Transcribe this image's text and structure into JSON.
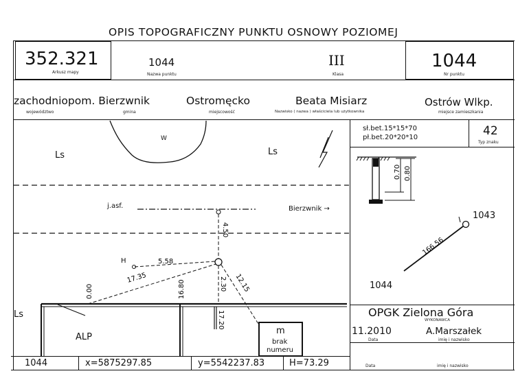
{
  "title": "OPIS TOPOGRAFICZNY PUNKTU OSNOWY POZIOMEJ",
  "header": {
    "arkusz": {
      "value": "352.321",
      "label": "Arkusz mapy"
    },
    "nazwa": {
      "value": "1044",
      "label": "Nazwa punktu"
    },
    "klasa": {
      "value": "III",
      "label": "Klasa"
    },
    "nr": {
      "value": "1044",
      "label": "Nr punktu"
    }
  },
  "admin": {
    "wojewodztwo": {
      "value": "zachodniopom.",
      "label": "województwo"
    },
    "gmina": {
      "value": "Bierzwnik",
      "label": "gmina"
    },
    "miejscowosc": {
      "value": "Ostromęcko",
      "label": "miejscowość"
    },
    "wlasciciel": {
      "value": "Beata Misiarz",
      "label": "Nazwisko ( nazwa ) właściciela lub użytkownika"
    },
    "zamieszkanie": {
      "value": "Ostrów Wlkp.",
      "label": "miejsce zamieszkania"
    }
  },
  "marker": {
    "line1": "sł.bet.15*15*70",
    "line2": "pł.bet.20*20*10",
    "typ": {
      "value": "42",
      "label": "Typ znaku"
    },
    "dim1": "0.70",
    "dim2": "0.80"
  },
  "neighbor": {
    "from": "1044",
    "to": "1043",
    "distance": "166.56"
  },
  "map": {
    "ls_left": "Ls",
    "ls_mid": "Ls",
    "w": "W",
    "road": "j.asf.",
    "direction": "Bierzwnik →",
    "ls_bottom": "Ls",
    "alp": "ALP",
    "h": "H",
    "m_title": "m",
    "m_line1": "brak",
    "m_line2": "numeru",
    "d_450": "4.50",
    "d_558": "5.58",
    "d_1735": "17.35",
    "d_230": "2.30",
    "d_1215": "12.15",
    "d_1680": "16.80",
    "d_1720": "17.20",
    "d_000": "0.00"
  },
  "org": {
    "name": "OPGK Zielona Góra",
    "wykonawca": "WYKONAWCA",
    "date": "11.2010",
    "date_label": "Data",
    "person": "A.Marszałek",
    "person_label": "imię i nazwisko",
    "data2": "Data",
    "person2_label": "imię i nazwisko"
  },
  "coords": {
    "point": "1044",
    "x": "x=5875297.85",
    "y": "y=5542237.83",
    "h": "H=73.29"
  }
}
